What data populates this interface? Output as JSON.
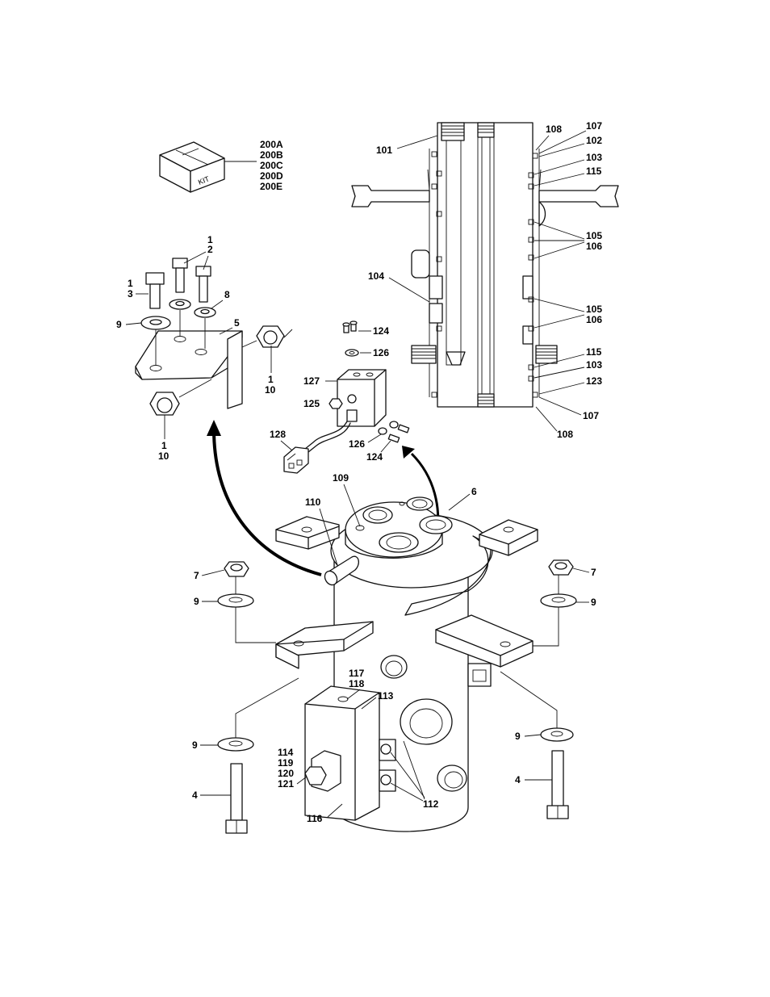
{
  "kit_box_label": "KIT",
  "kit_callouts": [
    "200A",
    "200B",
    "200C",
    "200D",
    "200E"
  ],
  "callouts": {
    "c1a": "1",
    "c2": "2",
    "c1b": "1",
    "c3": "3",
    "c8": "8",
    "c9a": "9",
    "c5": "5",
    "c1c": "1",
    "c10a": "10",
    "c1d": "1",
    "c10b": "10",
    "c124a": "124",
    "c126a": "126",
    "c127": "127",
    "c125": "125",
    "c128": "128",
    "c126b": "126",
    "c124b": "124",
    "c101": "101",
    "c108a": "108",
    "c107a": "107",
    "c102": "102",
    "c103a": "103",
    "c115a": "115",
    "c105a": "105",
    "c106a": "106",
    "c104": "104",
    "c105b": "105",
    "c106b": "106",
    "c115b": "115",
    "c103b": "103",
    "c123": "123",
    "c107b": "107",
    "c108b": "108",
    "c109": "109",
    "c110": "110",
    "c6": "6",
    "c7a": "7",
    "c7b": "7",
    "c9b": "9",
    "c9c": "9",
    "c117": "117",
    "c118": "118",
    "c113": "113",
    "c9d": "9",
    "c9e": "9",
    "c4a": "4",
    "c4b": "4",
    "c114": "114",
    "c119": "119",
    "c120": "120",
    "c121": "121",
    "c112": "112",
    "c116": "116"
  }
}
